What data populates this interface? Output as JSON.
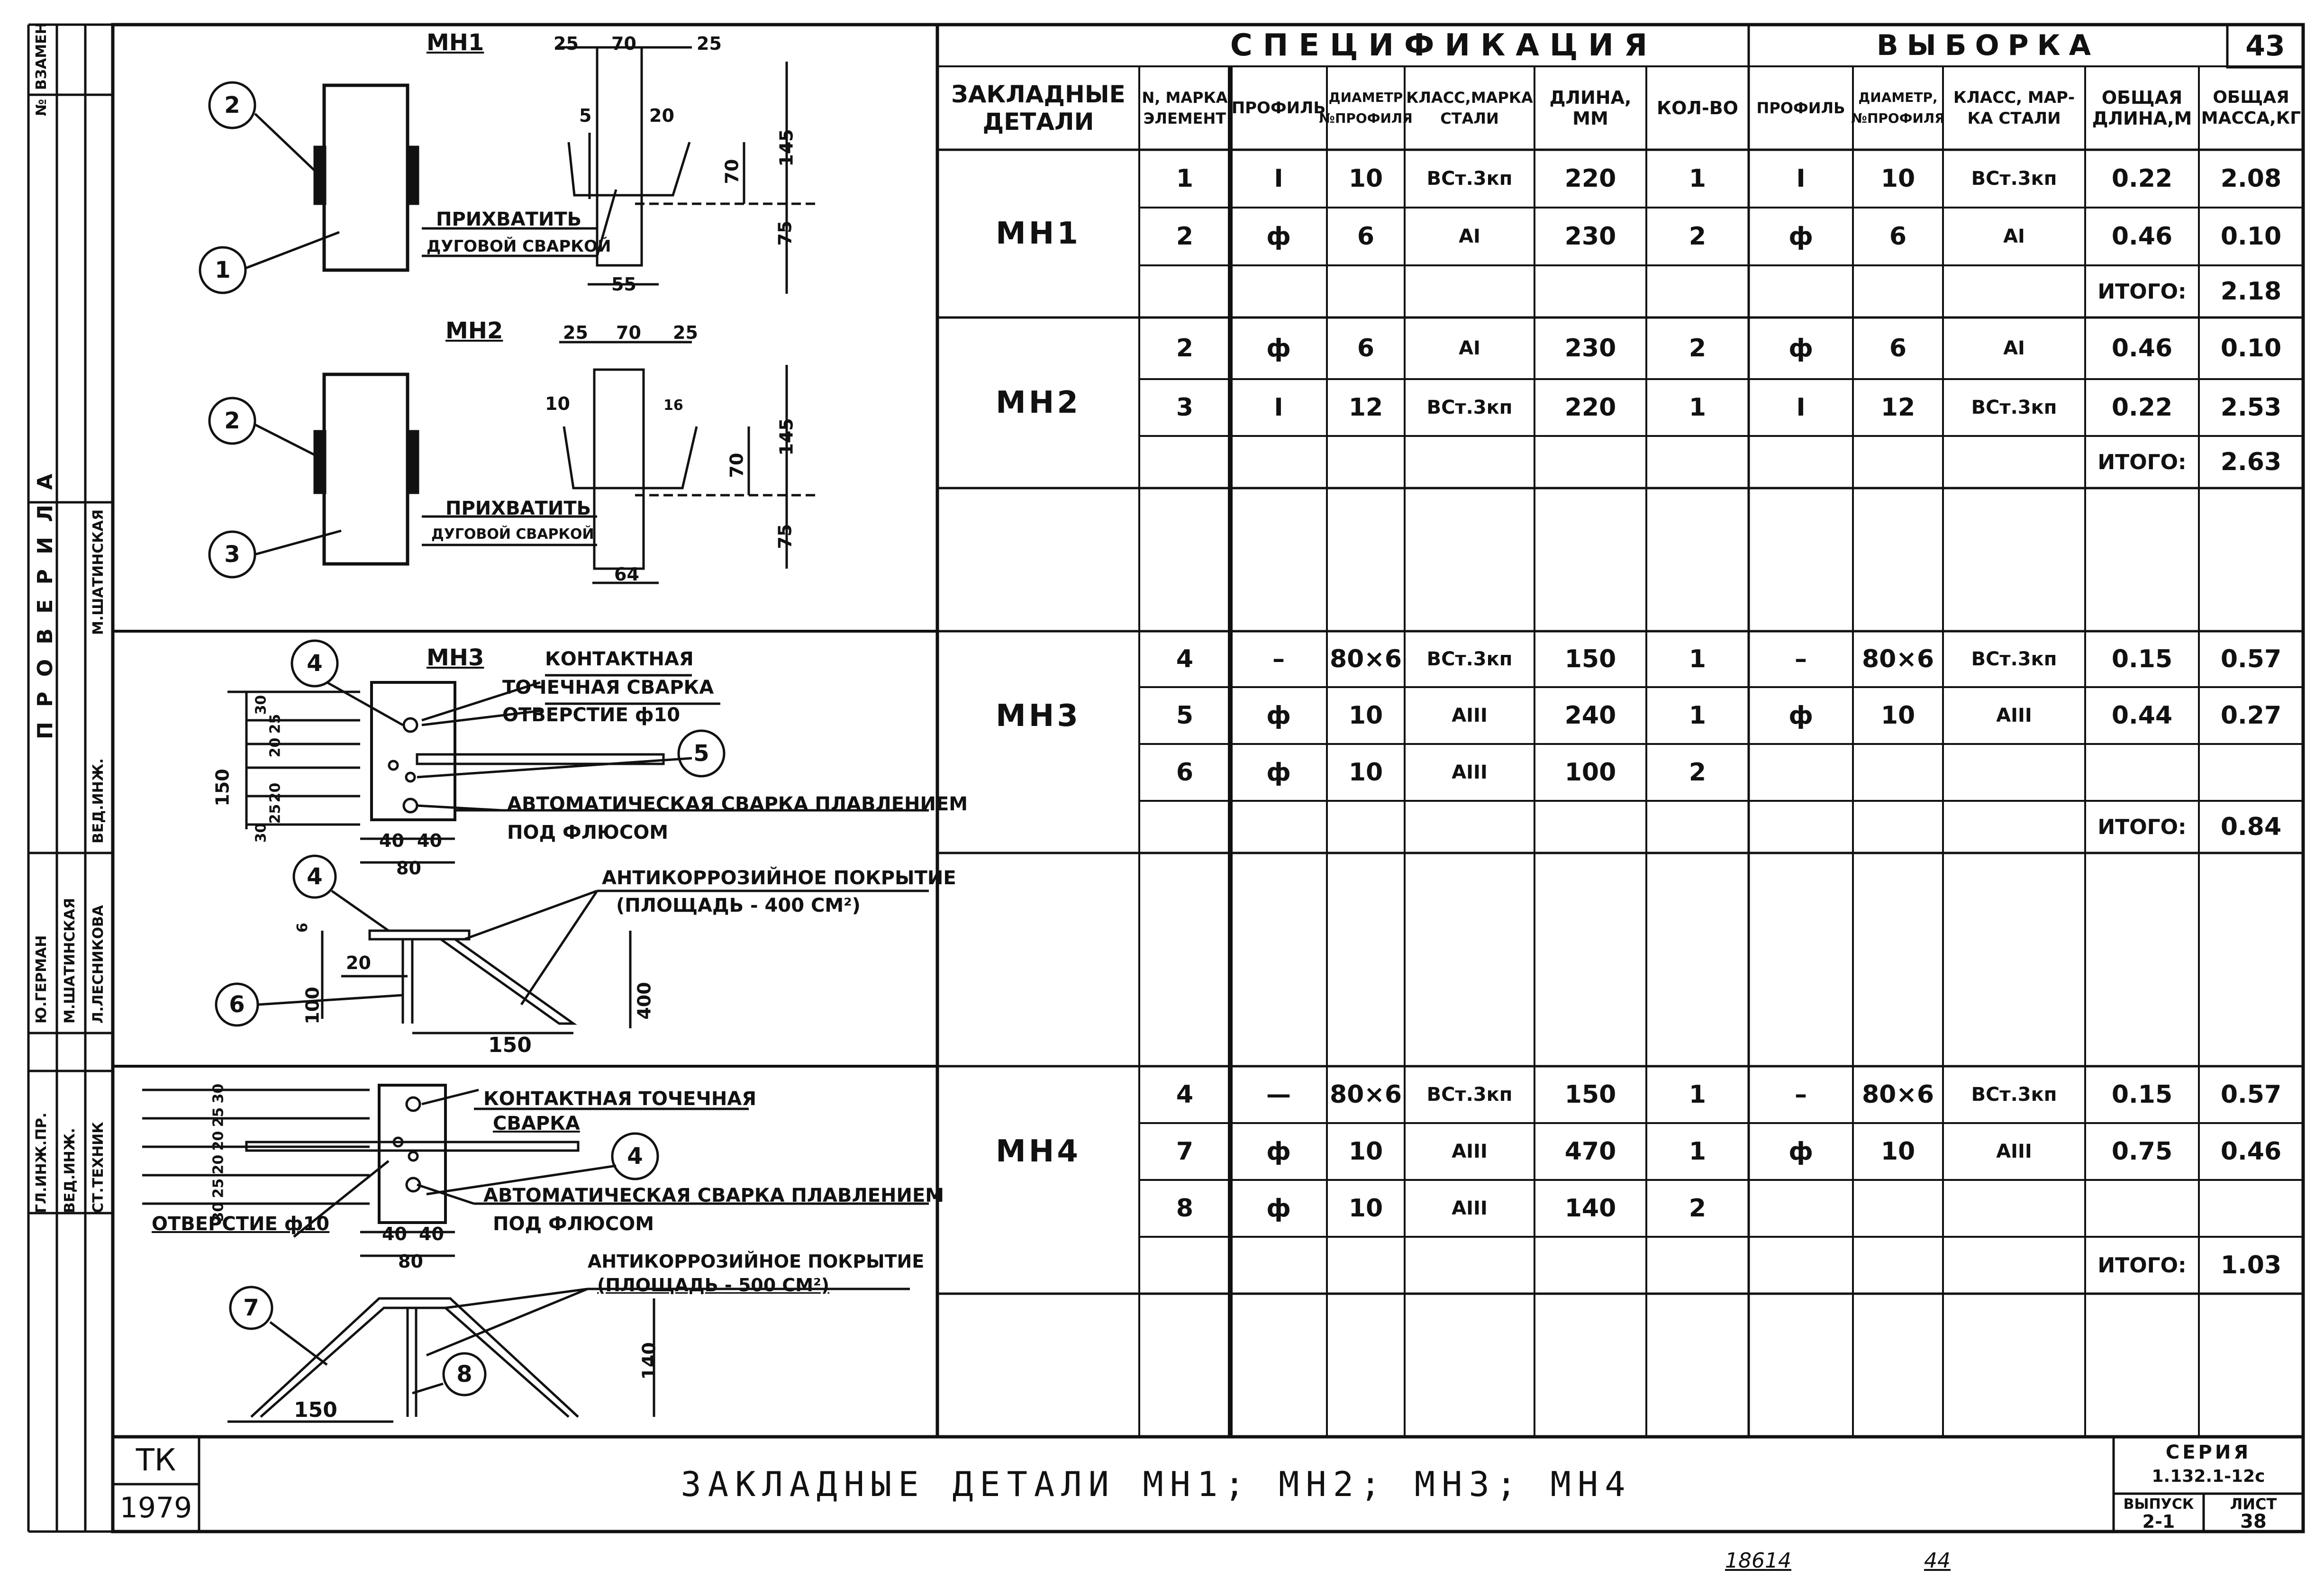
{
  "sheet": {
    "corner_number": "43",
    "bottom_number": "18614",
    "bottom_sheet": "44",
    "title": "ЗАКЛАДНЫЕ  ДЕТАЛИ  МН1; МН2; МН3; МН4",
    "tk": "ТК",
    "year": "1979",
    "series_label": "СЕРИЯ",
    "series_value": "1.132.1-12с",
    "issue_label": "ВЫПУСК",
    "issue_value": "2-1",
    "sheet_label": "ЛИСТ",
    "sheet_value": "38"
  },
  "side_stamp": {
    "vzamen": "ВЗАМЕН",
    "no": "№",
    "proverila": "П Р О В Е Р И Л А",
    "shatinskaya": "М.ШАТИНСКАЯ",
    "ved_inzh": "ВЕД.ИНЖ.",
    "lesnikova": "Л.ЛЕСНИКОВА",
    "shatinskaya2": "М.ШАТИНСКАЯ",
    "german": "Ю.ГЕРМАН",
    "gl_inzh": "ГЛ.ИНЖ.ПР.",
    "ved_inzh2": "ВЕД.ИНЖ.",
    "st_tekhnik": "СТ.ТЕХНИК"
  },
  "table": {
    "spec_title": "СПЕЦИФИКАЦИЯ",
    "vyborka_title": "ВЫБОРКА",
    "headers": {
      "parts": [
        "ЗАКЛАДНЫЕ",
        "ДЕТАЛИ"
      ],
      "mark": [
        "N, МАРКА",
        "ЭЛЕМЕНТ"
      ],
      "profile": [
        "ПРОФИЛЬ"
      ],
      "diameter": [
        "ДИАМЕТР",
        "№ПРОФИЛЯ"
      ],
      "steel_class": [
        "КЛАСС,МАРКА",
        "СТАЛИ"
      ],
      "length": [
        "ДЛИНА,",
        "ММ"
      ],
      "qty": [
        "КОЛ-ВО"
      ],
      "v_profile": [
        "ПРОФИЛЬ"
      ],
      "v_diameter": [
        "ДИАМЕТР,",
        "№ПРОФИЛЯ"
      ],
      "v_class": [
        "КЛАСС, МАР-",
        "КА СТАЛИ"
      ],
      "total_length": [
        "ОБЩАЯ",
        "ДЛИНА,М"
      ],
      "total_mass": [
        "ОБЩАЯ",
        "МАССА,КГ"
      ]
    },
    "groups": [
      {
        "mark": "МН1",
        "rows": [
          [
            "1",
            "I",
            "10",
            "ВСт.3кп",
            "220",
            "1",
            "I",
            "10",
            "ВСт.3кп",
            "0.22",
            "2.08"
          ],
          [
            "2",
            "ф",
            "6",
            "АI",
            "230",
            "2",
            "ф",
            "6",
            "АI",
            "0.46",
            "0.10"
          ],
          [
            "",
            "",
            "",
            "",
            "",
            "",
            "",
            "",
            "",
            "ИТОГО:",
            "2.18"
          ]
        ]
      },
      {
        "mark": "МН2",
        "rows": [
          [
            "2",
            "ф",
            "6",
            "АI",
            "230",
            "2",
            "ф",
            "6",
            "АI",
            "0.46",
            "0.10"
          ],
          [
            "3",
            "I",
            "12",
            "ВСт.3кп",
            "220",
            "1",
            "I",
            "12",
            "ВСт.3кп",
            "0.22",
            "2.53"
          ],
          [
            "",
            "",
            "",
            "",
            "",
            "",
            "",
            "",
            "",
            "ИТОГО:",
            "2.63"
          ]
        ]
      },
      {
        "mark": "МН3",
        "rows": [
          [
            "4",
            "–",
            "80×6",
            "ВСт.3кп",
            "150",
            "1",
            "–",
            "80×6",
            "ВСт.3кп",
            "0.15",
            "0.57"
          ],
          [
            "5",
            "ф",
            "10",
            "АIII",
            "240",
            "1",
            "ф",
            "10",
            "АIII",
            "0.44",
            "0.27"
          ],
          [
            "6",
            "ф",
            "10",
            "АIII",
            "100",
            "2",
            "",
            "",
            "",
            "",
            ""
          ],
          [
            "",
            "",
            "",
            "",
            "",
            "",
            "",
            "",
            "",
            "ИТОГО:",
            "0.84"
          ]
        ]
      },
      {
        "mark": "МН4",
        "rows": [
          [
            "4",
            "—",
            "80×6",
            "ВСт.3кп",
            "150",
            "1",
            "–",
            "80×6",
            "ВСт.3кп",
            "0.15",
            "0.57"
          ],
          [
            "7",
            "ф",
            "10",
            "АIII",
            "470",
            "1",
            "ф",
            "10",
            "АIII",
            "0.75",
            "0.46"
          ],
          [
            "8",
            "ф",
            "10",
            "АIII",
            "140",
            "2",
            "",
            "",
            "",
            "",
            ""
          ],
          [
            "",
            "",
            "",
            "",
            "",
            "",
            "",
            "",
            "",
            "ИТОГО:",
            "1.03"
          ]
        ]
      }
    ]
  },
  "drawings": {
    "mn1": {
      "title": "МН1",
      "weld_1": "ПРИХВАТИТЬ",
      "weld_2": "ДУГОВОЙ СВАРКОЙ",
      "dims": [
        "25",
        "70",
        "25",
        "5",
        "20",
        "70",
        "145",
        "75",
        "55"
      ],
      "callouts": [
        "2",
        "1"
      ]
    },
    "mn2": {
      "title": "МН2",
      "weld_1": "ПРИХВАТИТЬ",
      "weld_2": "ДУГОВОЙ СВАРКОЙ",
      "dims": [
        "25",
        "70",
        "25",
        "10",
        "16",
        "70",
        "145",
        "75",
        "64"
      ],
      "callouts": [
        "2",
        "3"
      ]
    },
    "mn3": {
      "title": "МН3",
      "note_contact_1": "КОНТАКТНАЯ",
      "note_contact_2": "ТОЧЕЧНАЯ СВАРКА",
      "note_hole": "ОТВЕРСТИЕ ф10",
      "note_auto_1": "АВТОМАТИЧЕСКАЯ СВАРКА ПЛАВЛЕНИЕМ",
      "note_auto_2": "ПОД ФЛЮСОМ",
      "note_coat_1": "АНТИКОРРОЗИЙНОЕ ПОКРЫТИЕ",
      "note_coat_2": "(ПЛОЩАДЬ - 400 СМ²)",
      "dims": [
        "30",
        "20",
        "25",
        "150",
        "30",
        "25",
        "20",
        "40",
        "40",
        "80",
        "6",
        "20",
        "100",
        "400",
        "150"
      ],
      "callouts": [
        "4",
        "5",
        "4",
        "6"
      ]
    },
    "mn4": {
      "note_contact_1": "КОНТАКТНАЯ ТОЧЕЧНАЯ",
      "note_contact_2": "СВАРКА",
      "note_hole": "ОТВЕРСТИЕ ф10",
      "note_auto_1": "АВТОМАТИЧЕСКАЯ СВАРКА ПЛАВЛЕНИЕМ",
      "note_auto_2": "ПОД ФЛЮСОМ",
      "note_coat_1": "АНТИКОРРОЗИЙНОЕ ПОКРЫТИЕ",
      "note_coat_2": "(ПЛОЩАДЬ - 500 СМ²)",
      "dims": [
        "30",
        "25",
        "20",
        "20",
        "25",
        "30",
        "40",
        "40",
        "80",
        "140",
        "150"
      ],
      "callouts": [
        "4",
        "7",
        "8"
      ]
    }
  }
}
